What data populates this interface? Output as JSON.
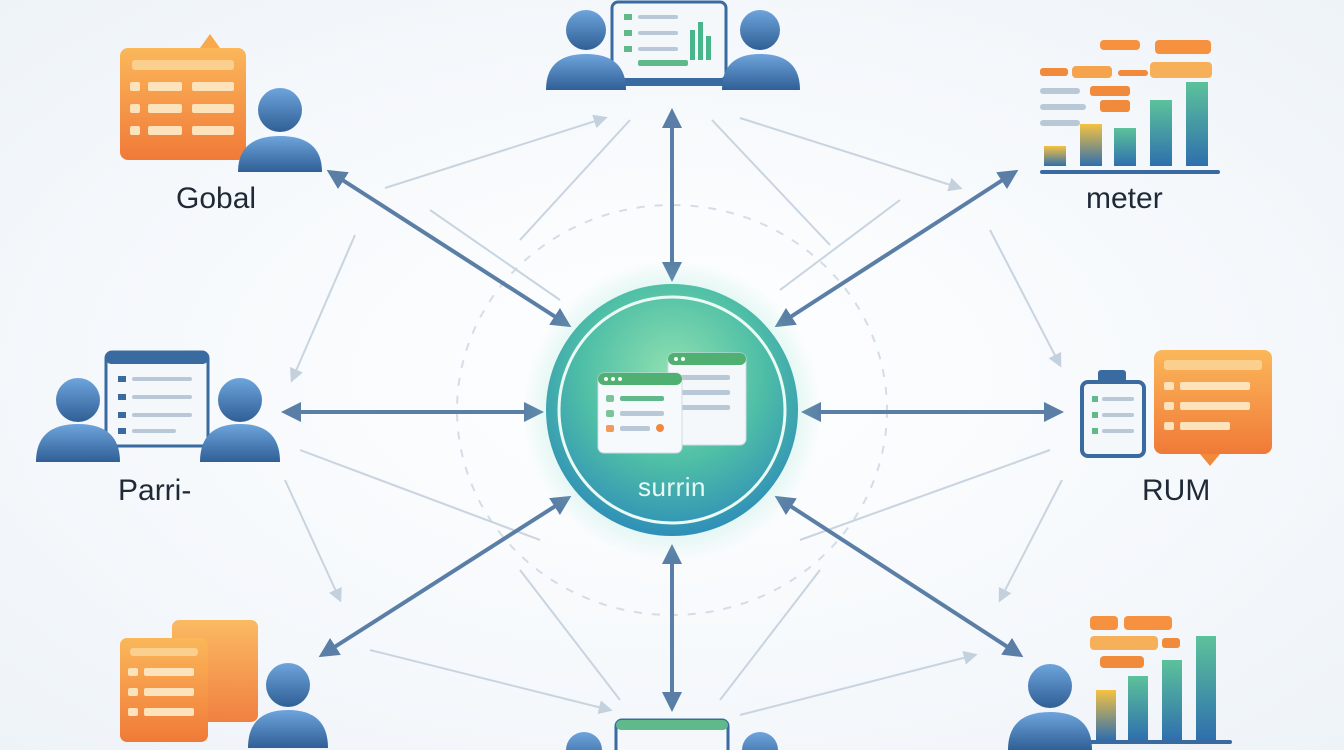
{
  "diagram": {
    "center": {
      "label": "surrin",
      "icon": "dashboard-windows-icon"
    },
    "nodes": {
      "top_left": {
        "label": "Gobal",
        "icon": "dashboard-user-icon"
      },
      "top": {
        "label": "",
        "icon": "laptop-users-icon"
      },
      "top_right": {
        "label": "meter",
        "icon": "bar-chart-icon"
      },
      "left": {
        "label": "Parri-",
        "icon": "monitor-users-icon"
      },
      "right": {
        "label": "RUM",
        "icon": "tablet-dashboard-icon"
      },
      "bottom_left": {
        "label": "",
        "icon": "dashboard-user-icon"
      },
      "bottom": {
        "label": "",
        "icon": "monitor-users-icon"
      },
      "bottom_right": {
        "label": "",
        "icon": "bar-chart-user-icon"
      }
    },
    "colors": {
      "arrow": "#5a7ea6",
      "arrow_faint": "#c3d0dd",
      "center_teal": "#3fb6a8",
      "center_green": "#7fd8a0",
      "orange": "#f28a3c",
      "orange_light": "#f9b05a",
      "user_blue": "#3a6ba0",
      "user_light": "#6aa0d8",
      "bar_green": "#48b58a",
      "bar_blue": "#3a78b0"
    }
  }
}
